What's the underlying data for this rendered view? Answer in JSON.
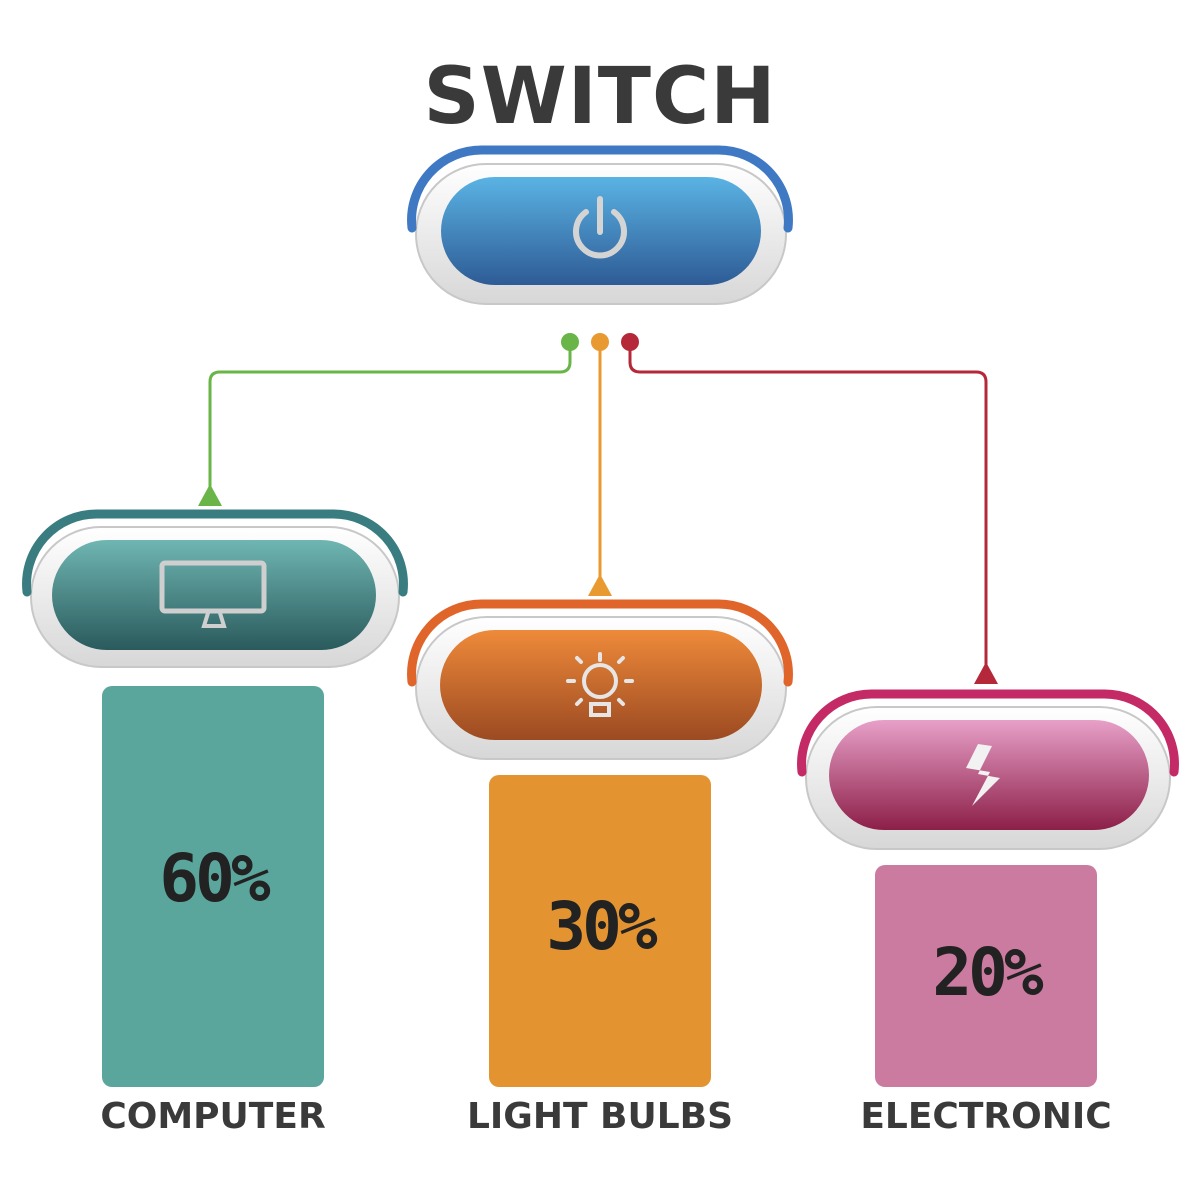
{
  "title": "SWITCH",
  "colors": {
    "main": "#3d7bbf",
    "computer": "#5aa59c",
    "light_bulbs": "#e39330",
    "electronic": "#cc7ba0",
    "connector_green": "#6ab547",
    "connector_orange": "#e8992f",
    "connector_red": "#b5283a"
  },
  "main_button": {
    "icon": "power-icon"
  },
  "categories": [
    {
      "key": "computer",
      "label": "COMPUTER",
      "value_text": "60%",
      "value": 60,
      "icon": "monitor-icon"
    },
    {
      "key": "light_bulbs",
      "label": "LIGHT BULBS",
      "value_text": "30%",
      "value": 30,
      "icon": "lightbulb-icon"
    },
    {
      "key": "electronic",
      "label": "ELECTRONIC",
      "value_text": "20%",
      "value": 20,
      "icon": "lightning-icon"
    }
  ]
}
